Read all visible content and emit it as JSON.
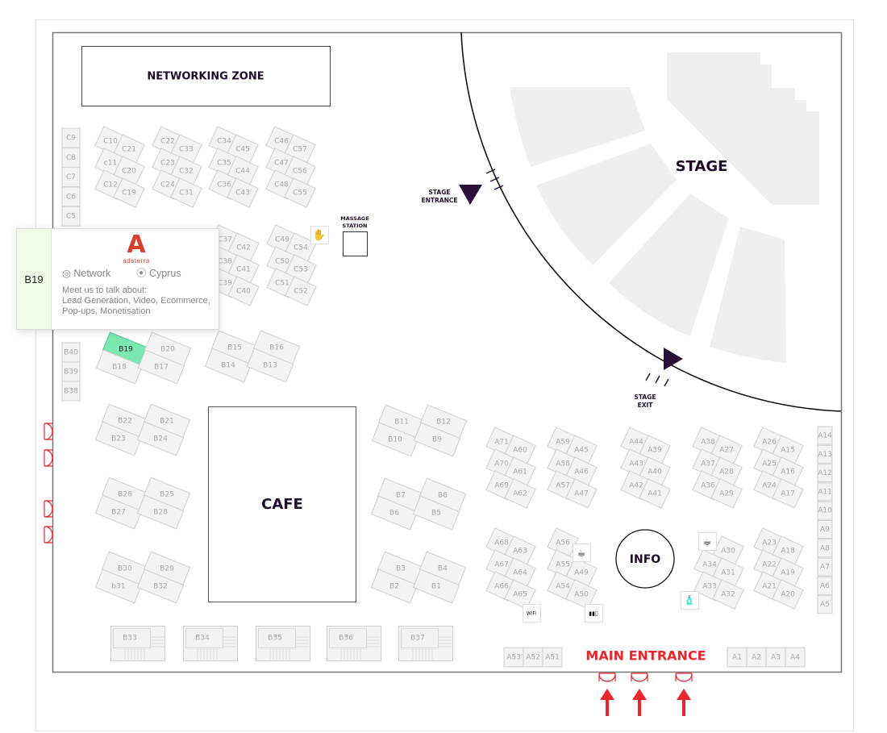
{
  "colors": {
    "highlight": "#7be8b0",
    "accent": "#e8262c",
    "dark": "#1e0b2c"
  },
  "zones": {
    "networking": "NETWORKING ZONE",
    "cafe": "CAFE",
    "stage": "STAGE",
    "info": "INFO",
    "stage_entrance": [
      "STAGE",
      "ENTRANCE"
    ],
    "stage_exit": [
      "STAGE",
      "EXIT"
    ],
    "massage": [
      "MASSAGE",
      "STATION"
    ],
    "main_entrance": "MAIN ENTRANCE"
  },
  "selected_booth": "B19",
  "popup": {
    "booth": "B19",
    "logo_text": "adsterra",
    "category": "Network",
    "country": "Cyprus",
    "intro": "Meet us to talk about:",
    "topics": "Lead Generation, Video, Ecommerce, Pop-ups, Monetisation"
  },
  "clusters_small": [
    [
      [
        "C10",
        "C21"
      ],
      [
        "c11",
        "C20"
      ],
      [
        "C12",
        "C19"
      ]
    ],
    [
      [
        "C22",
        "C33"
      ],
      [
        "C23",
        "C32"
      ],
      [
        "C24",
        "C31"
      ]
    ],
    [
      [
        "C34",
        "C45"
      ],
      [
        "C35",
        "C44"
      ],
      [
        "C36",
        "C43"
      ]
    ],
    [
      [
        "C46",
        "C57"
      ],
      [
        "C47",
        "C56"
      ],
      [
        "C48",
        "C55"
      ]
    ],
    [
      [
        "C37",
        "C42"
      ],
      [
        "C38",
        "C41"
      ],
      [
        "C39",
        "C40"
      ]
    ],
    [
      [
        "C49",
        "C54"
      ],
      [
        "C50",
        "C53"
      ],
      [
        "C51",
        "C52"
      ]
    ],
    [
      [
        "A71",
        "A60"
      ],
      [
        "A70",
        "A61"
      ],
      [
        "A69",
        "A62"
      ]
    ],
    [
      [
        "A59",
        "A45"
      ],
      [
        "A58",
        "A46"
      ],
      [
        "A57",
        "A47"
      ]
    ],
    [
      [
        "A44",
        "A39"
      ],
      [
        "A43",
        "A40"
      ],
      [
        "A42",
        "A41"
      ]
    ],
    [
      [
        "A38",
        "A27"
      ],
      [
        "A37",
        "A28"
      ],
      [
        "A36",
        "A29"
      ]
    ],
    [
      [
        "A26",
        "A15"
      ],
      [
        "A25",
        "A16"
      ],
      [
        "A24",
        "A17"
      ]
    ],
    [
      [
        "A68",
        "A63"
      ],
      [
        "A67",
        "A64"
      ],
      [
        "A66",
        "A65"
      ]
    ],
    [
      [
        "A56",
        ""
      ],
      [
        "A55",
        "A49"
      ],
      [
        "A54",
        "A50"
      ]
    ],
    [
      [
        "",
        "A30"
      ],
      [
        "A34",
        "A31"
      ],
      [
        "A33",
        "A32"
      ]
    ],
    [
      [
        "A23",
        "A18"
      ],
      [
        "A22",
        "A19"
      ],
      [
        "A21",
        "A20"
      ]
    ]
  ],
  "clusters_wide": [
    [
      [
        "B19",
        "B20"
      ],
      [
        "B18",
        "B17"
      ]
    ],
    [
      [
        "B15",
        "B16"
      ],
      [
        "B14",
        "B13"
      ]
    ],
    [
      [
        "B22",
        "B21"
      ],
      [
        "B23",
        "B24"
      ]
    ],
    [
      [
        "B26",
        "B25"
      ],
      [
        "B27",
        "B28"
      ]
    ],
    [
      [
        "B30",
        "B29"
      ],
      [
        "b31",
        "B32"
      ]
    ],
    [
      [
        "B11",
        "B12"
      ],
      [
        "B10",
        "B9"
      ]
    ],
    [
      [
        "B7",
        "B8"
      ],
      [
        "B6",
        "B5"
      ]
    ],
    [
      [
        "B3",
        "B4"
      ],
      [
        "B2",
        "B1"
      ]
    ]
  ],
  "column_left_c": [
    "C9",
    "C8",
    "C7",
    "C6",
    "C5"
  ],
  "column_left_b": [
    "B40",
    "B39",
    "B38"
  ],
  "column_right_a": [
    "A14",
    "A13",
    "A12",
    "A11",
    "A10",
    "A9",
    "A8",
    "A7",
    "A6",
    "A5"
  ],
  "row_bottom_left": [
    "A53",
    "A52",
    "A51"
  ],
  "row_bottom_right": [
    "A1",
    "A2",
    "A3",
    "A4"
  ],
  "large_booths": [
    "B33",
    "B34",
    "B35",
    "B36",
    "B37"
  ],
  "icons": [
    "massage-hand-icon",
    "coffee-icon",
    "wifi-icon",
    "charging-icon",
    "water-bottle-icon",
    "door-icon",
    "arrow-up-icon"
  ]
}
